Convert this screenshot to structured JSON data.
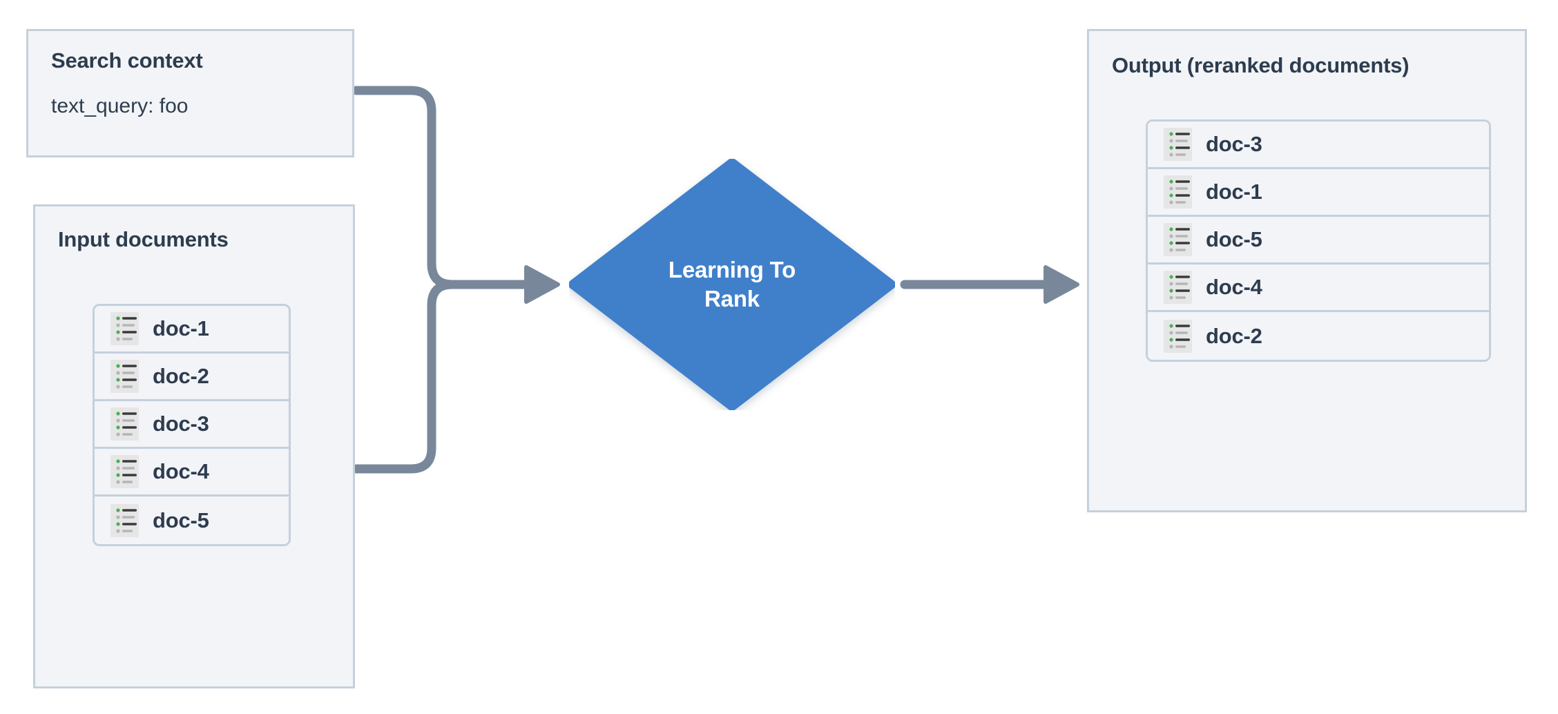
{
  "diagram": {
    "title": "Learning To Rank reranking flow",
    "background": "#ffffff",
    "colors": {
      "panel_fill": "#f2f4f7",
      "panel_border": "#c5d0dc",
      "text": "#2d3c4e",
      "node_fill": "#3f80ca",
      "node_text": "#ffffff",
      "connector": "#78889a",
      "icon_bg": "#e6e6e6",
      "icon_accent": "#4caf50",
      "icon_line_dark": "#3a3a3a",
      "icon_line_light": "#b5b5b5"
    }
  },
  "search_context": {
    "title": "Search context",
    "field": "text_query: foo"
  },
  "input_documents": {
    "title": "Input documents",
    "docs": [
      {
        "label": "doc-1",
        "icon": "document-list-icon"
      },
      {
        "label": "doc-2",
        "icon": "document-list-icon"
      },
      {
        "label": "doc-3",
        "icon": "document-list-icon"
      },
      {
        "label": "doc-4",
        "icon": "document-list-icon"
      },
      {
        "label": "doc-5",
        "icon": "document-list-icon"
      }
    ]
  },
  "process_node": {
    "label": "Learning To\nRank",
    "shape": "diamond"
  },
  "output": {
    "title": "Output (reranked documents)",
    "docs": [
      {
        "label": "doc-3",
        "icon": "document-list-icon"
      },
      {
        "label": "doc-1",
        "icon": "document-list-icon"
      },
      {
        "label": "doc-5",
        "icon": "document-list-icon"
      },
      {
        "label": "doc-4",
        "icon": "document-list-icon"
      },
      {
        "label": "doc-2",
        "icon": "document-list-icon"
      }
    ]
  },
  "connectors": [
    {
      "name": "search-context-to-ltr",
      "from": "search_context",
      "to": "process_node",
      "style": "elbow-arrow"
    },
    {
      "name": "input-documents-to-ltr",
      "from": "input_documents",
      "to": "process_node",
      "style": "elbow-arrow"
    },
    {
      "name": "ltr-to-output",
      "from": "process_node",
      "to": "output",
      "style": "straight-arrow"
    }
  ]
}
